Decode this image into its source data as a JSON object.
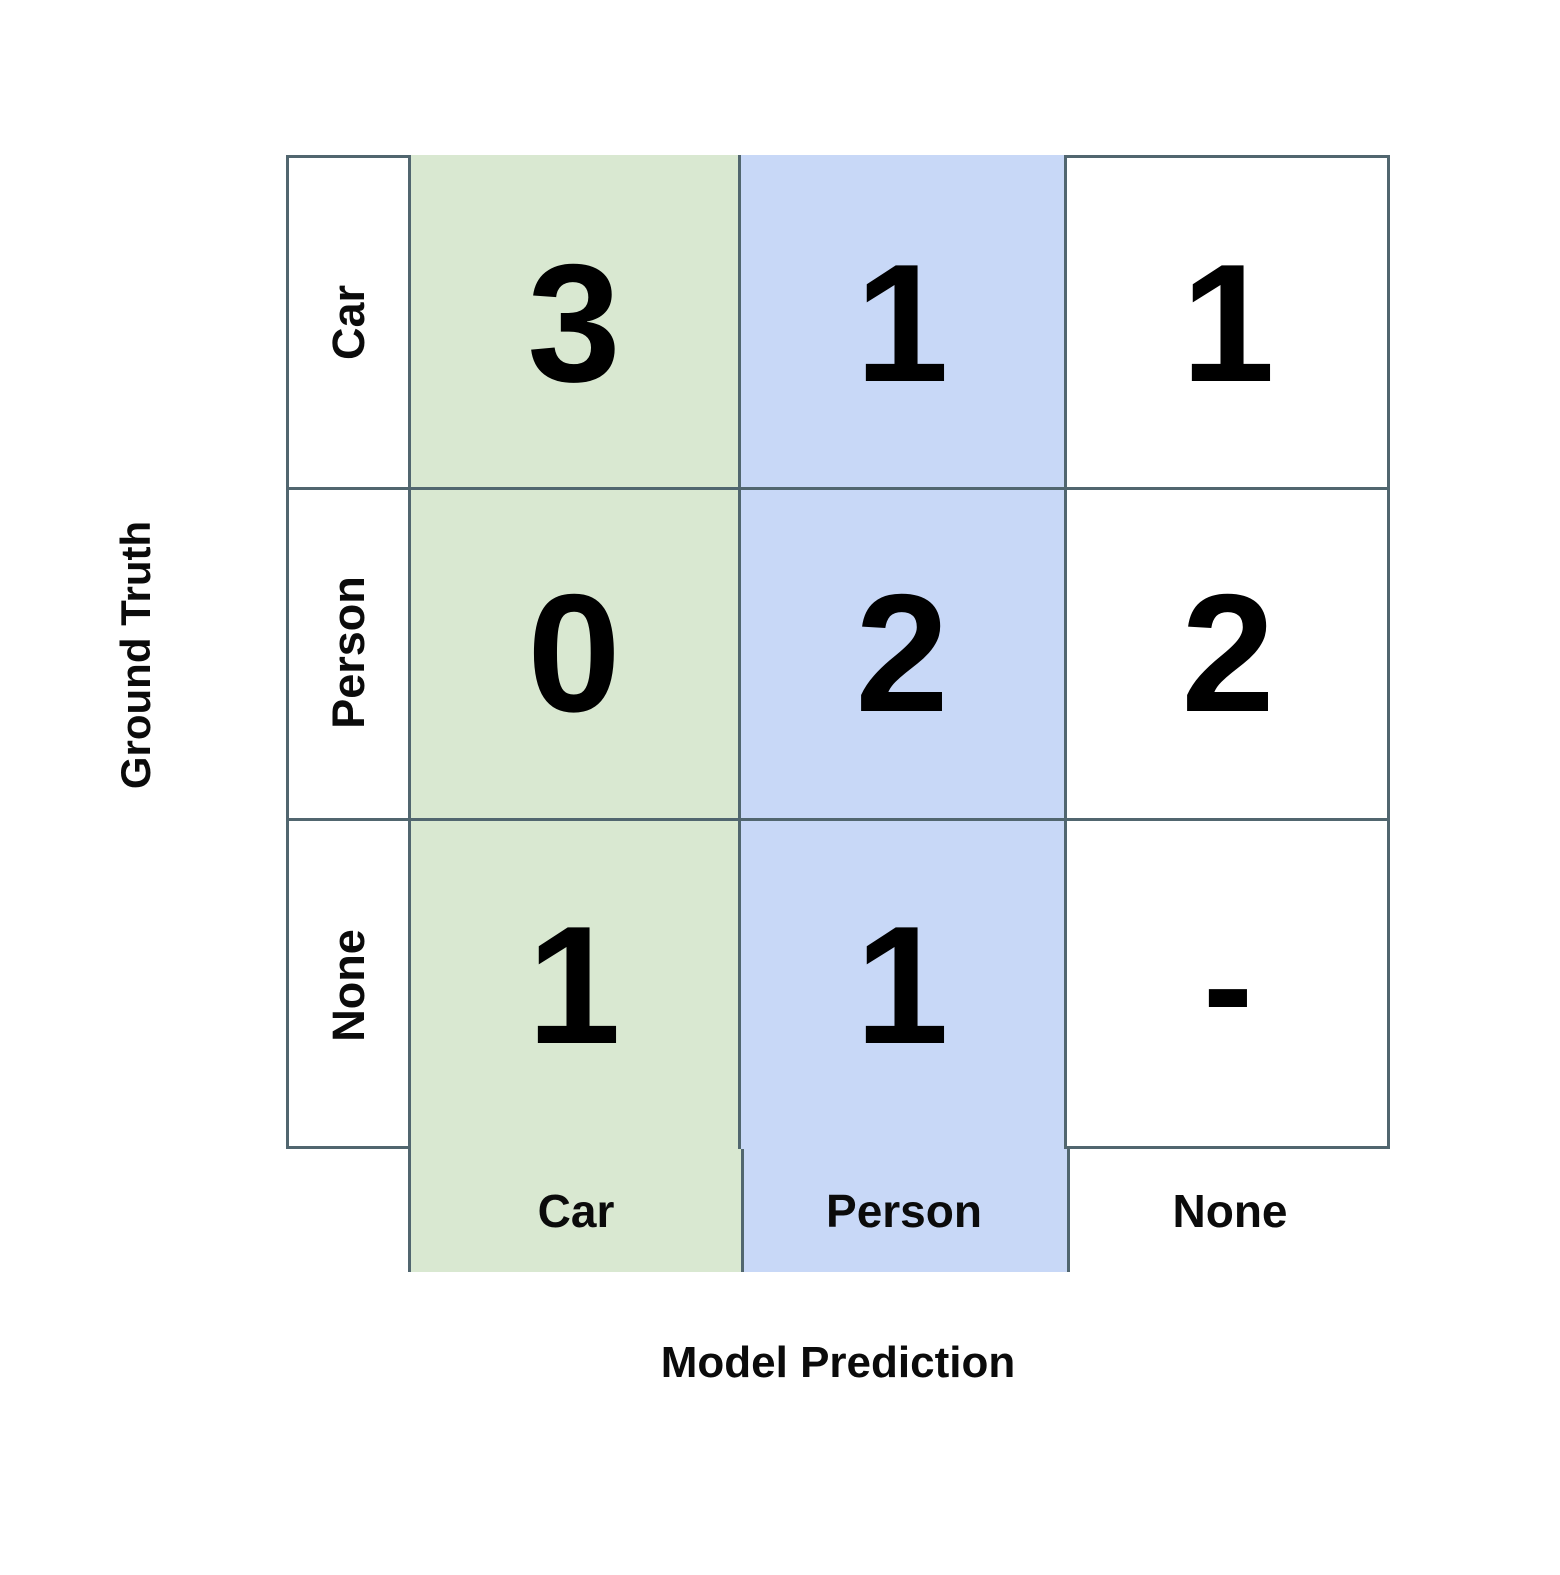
{
  "figure": {
    "y_axis_title": "Ground Truth",
    "x_axis_title": "Model Prediction"
  },
  "colors": {
    "grid_line": "#51666F",
    "column_highlight_car": "#D9E8D1",
    "column_highlight_person": "#C8D8F7",
    "column_highlight_none": "#FFFFFF",
    "text": "#000000",
    "background": "#FFFFFF"
  },
  "row_labels": [
    "Car",
    "Person",
    "None"
  ],
  "column_labels": [
    "Car",
    "Person",
    "None"
  ],
  "cells": [
    [
      "3",
      "1",
      "1"
    ],
    [
      "0",
      "2",
      "2"
    ],
    [
      "1",
      "1",
      "-"
    ]
  ],
  "chart_data": {
    "type": "heatmap",
    "title": "",
    "xlabel": "Model Prediction",
    "ylabel": "Ground Truth",
    "x_categories": [
      "Car",
      "Person",
      "None"
    ],
    "y_categories": [
      "Car",
      "Person",
      "None"
    ],
    "values": [
      [
        3,
        1,
        1
      ],
      [
        0,
        2,
        2
      ],
      [
        1,
        1,
        null
      ]
    ],
    "cell_text": [
      [
        "3",
        "1",
        "1"
      ],
      [
        "0",
        "2",
        "2"
      ],
      [
        "1",
        "1",
        "-"
      ]
    ],
    "annotations": [
      "Bottom-right cell (Ground Truth = None, Model Prediction = None) is displayed as a dash and holds no count."
    ],
    "grid": true,
    "legend": "none",
    "column_background_colors": [
      "#D9E8D1",
      "#C8D8F7",
      "#FFFFFF"
    ]
  }
}
